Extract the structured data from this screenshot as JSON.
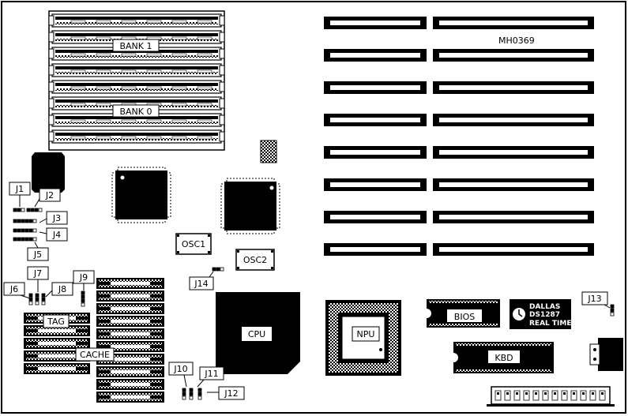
{
  "figure_id": "MH0369",
  "memory": {
    "bank1": "BANK 1",
    "bank0": "BANK 0"
  },
  "oscillators": {
    "osc1": "OSC1",
    "osc2": "OSC2"
  },
  "chips": {
    "cpu": "CPU",
    "npu": "NPU",
    "bios": "BIOS",
    "kbd": "KBD",
    "tag": "TAG",
    "cache": "CACHE",
    "rtc_line1": "DALLAS",
    "rtc_line2": "DS1287",
    "rtc_line3": "REAL TIME"
  },
  "jumpers": {
    "j1": "J1",
    "j2": "J2",
    "j3": "J3",
    "j4": "J4",
    "j5": "J5",
    "j6": "J6",
    "j7": "J7",
    "j8": "J8",
    "j9": "J9",
    "j10": "J10",
    "j11": "J11",
    "j12": "J12",
    "j13": "J13",
    "j14": "J14"
  }
}
